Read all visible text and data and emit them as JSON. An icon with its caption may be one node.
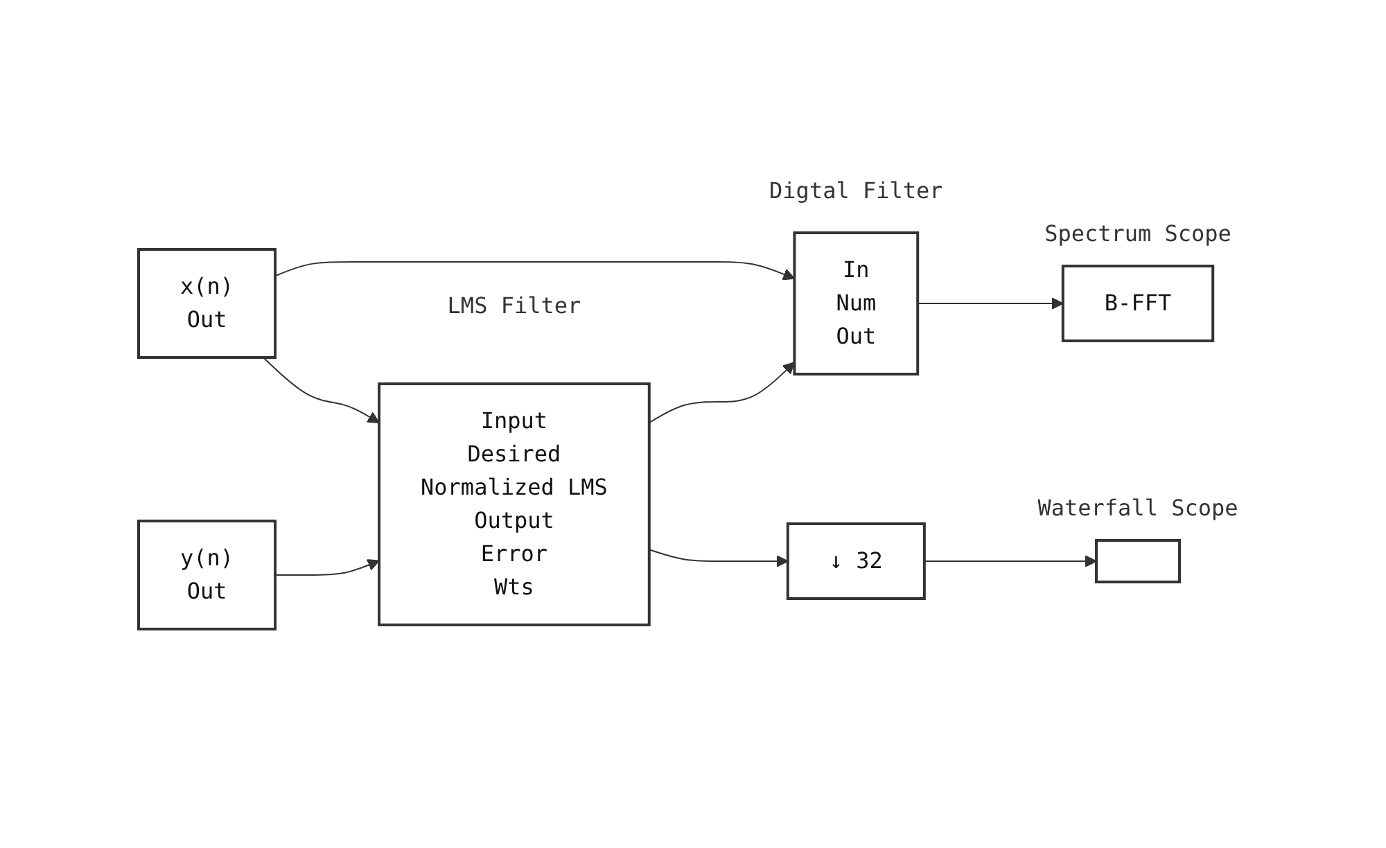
{
  "diagram": {
    "nodes": [
      {
        "text": [
          "x(n)",
          "Out"
        ]
      },
      {
        "text": [
          "y(n)",
          "Out"
        ]
      },
      {
        "text": [
          "Input",
          "Desired",
          "Normalized LMS",
          "Output",
          "Error",
          "Wts"
        ],
        "beside": [
          "LMS Filter"
        ]
      },
      {
        "text": [
          "↓ 32"
        ]
      },
      {
        "text": [],
        "shape": "box",
        "beside": [
          "Waterfall Scope"
        ]
      },
      {
        "text": [
          "In",
          "Num",
          "Out"
        ],
        "beside": [
          "Digtal Filter"
        ]
      },
      {
        "text": [
          "B-FFT"
        ],
        "beside": [
          "Spectrum Scope"
        ]
      }
    ],
    "edges": [
      {
        "from": 0,
        "to": 2,
        "arrow": "to"
      },
      {
        "from": 0,
        "to": 5,
        "arrow": "to"
      },
      {
        "from": 1,
        "to": 2,
        "arrow": "to"
      },
      {
        "from": 2,
        "to": 3,
        "arrow": "to"
      },
      {
        "from": 2,
        "to": 5,
        "arrow": "to"
      },
      {
        "from": 3,
        "to": 4,
        "arrow": "to"
      },
      {
        "from": 5,
        "to": 6,
        "arrow": "to"
      }
    ]
  }
}
